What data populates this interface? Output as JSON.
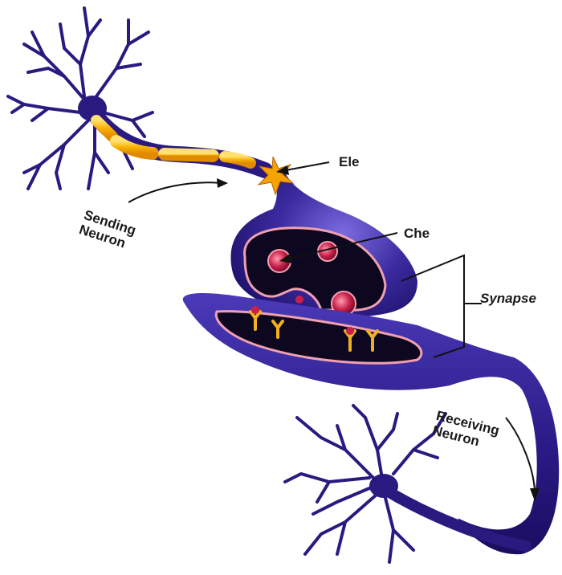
{
  "labels": {
    "electrical": "Ele",
    "chemical": "Che",
    "synapse": "Synapse",
    "sending": [
      "Sending",
      "Neuron"
    ],
    "receiving": [
      "Receiving",
      "Neuron"
    ]
  },
  "colors": {
    "neuron": "#2a1a80",
    "neuron_dark": "#140a50",
    "myelin": "#f5a300",
    "myelin_light": "#ffd24a",
    "membrane": "#f0a0b0",
    "cleft_fill": "#0d0820",
    "vesicle": "#c02050",
    "receptor": "#f0b020",
    "spark": "#f5a300"
  },
  "icons": {
    "spark": "electrical-spark-icon"
  }
}
